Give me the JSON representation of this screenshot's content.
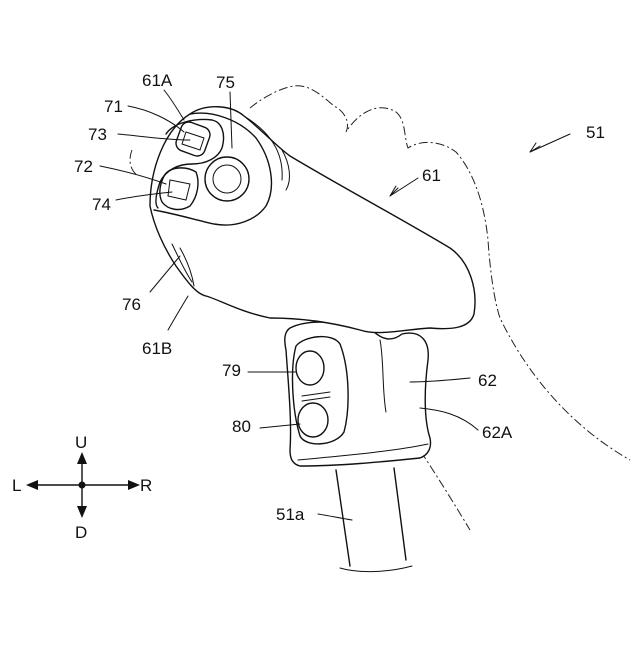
{
  "labels": {
    "l51": "51",
    "l51a": "51a",
    "l61": "61",
    "l61A": "61A",
    "l61B": "61B",
    "l62": "62",
    "l62A": "62A",
    "l71": "71",
    "l72": "72",
    "l73": "73",
    "l74": "74",
    "l75": "75",
    "l76": "76",
    "l79": "79",
    "l80": "80"
  },
  "directions": {
    "up": "U",
    "down": "D",
    "left": "L",
    "right": "R"
  }
}
